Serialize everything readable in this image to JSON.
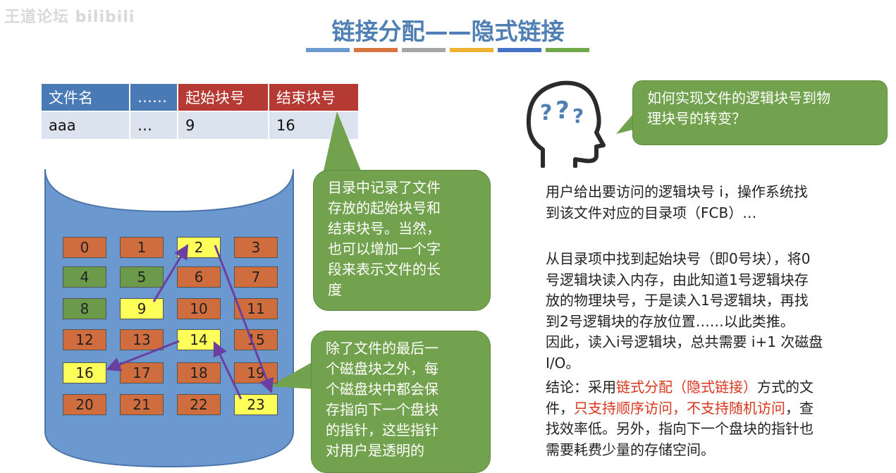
{
  "watermark": "王道论坛 bilibili",
  "title": "链接分配——隐式链接",
  "title_bar_colors": [
    "#6a9ad0",
    "#d9753e",
    "#a6a6a6",
    "#f0b233",
    "#4472c4",
    "#70a84a"
  ],
  "directory_table": {
    "headers": [
      "文件名",
      "……",
      "起始块号",
      "结束块号"
    ],
    "header_colors": [
      "#4a7ab5",
      "#4a7ab5",
      "#b53a33",
      "#b53a33"
    ],
    "row": [
      "aaa",
      "…",
      "9",
      "16"
    ]
  },
  "disk_blocks": [
    {
      "n": "0",
      "color": "orange"
    },
    {
      "n": "1",
      "color": "orange"
    },
    {
      "n": "2",
      "color": "yellow"
    },
    {
      "n": "3",
      "color": "orange"
    },
    {
      "n": "4",
      "color": "green"
    },
    {
      "n": "5",
      "color": "green"
    },
    {
      "n": "6",
      "color": "orange"
    },
    {
      "n": "7",
      "color": "orange"
    },
    {
      "n": "8",
      "color": "green"
    },
    {
      "n": "9",
      "color": "yellow"
    },
    {
      "n": "10",
      "color": "orange"
    },
    {
      "n": "11",
      "color": "orange"
    },
    {
      "n": "12",
      "color": "orange"
    },
    {
      "n": "13",
      "color": "orange"
    },
    {
      "n": "14",
      "color": "yellow"
    },
    {
      "n": "15",
      "color": "orange"
    },
    {
      "n": "16",
      "color": "yellow"
    },
    {
      "n": "17",
      "color": "orange"
    },
    {
      "n": "18",
      "color": "orange"
    },
    {
      "n": "19",
      "color": "orange"
    },
    {
      "n": "20",
      "color": "orange"
    },
    {
      "n": "21",
      "color": "orange"
    },
    {
      "n": "22",
      "color": "orange"
    },
    {
      "n": "23",
      "color": "yellow"
    }
  ],
  "bubbles": {
    "directory_note": [
      "目录中记录了文件",
      "存放的起始块号和",
      "结束块号。当然，",
      "也可以增加一个字",
      "段来表示文件的长",
      "度"
    ],
    "pointer_note": [
      "除了文件的最后一",
      "个磁盘块之外，每",
      "个磁盘块中都会保",
      "存指向下一个盘块",
      "的指针，这些指针",
      "对用户是透明的"
    ],
    "question": [
      "如何实现文件的逻辑块号到物",
      "理块号的转变？"
    ]
  },
  "explanation": {
    "p1": [
      "用户给出要访问的逻辑块号 i，操作系统找",
      "到该文件对应的目录项（FCB）…"
    ],
    "p2": [
      "从目录项中找到起始块号（即0号块），将0",
      "号逻辑块读入内存，由此知道1号逻辑块存",
      "放的物理块号，于是读入1号逻辑块，再找",
      "到2号逻辑块的存放位置……以此类推。",
      "因此，读入i号逻辑块，总共需要 i+1 次磁盘",
      "I/O。"
    ],
    "conclusion_prefix": "结论：采用",
    "conclusion_red1": "链式分配（隐式链接）",
    "conclusion_mid": "方式的文",
    "conclusion_line2_prefix": "件，",
    "conclusion_red2": "只支持顺序访问，不支持随机访问",
    "conclusion_line2_suffix": "，查",
    "conclusion_line3": "找效率低。另外，指向下一个盘块的指针也",
    "conclusion_line4": "需要耗费少量的存储空间。"
  }
}
